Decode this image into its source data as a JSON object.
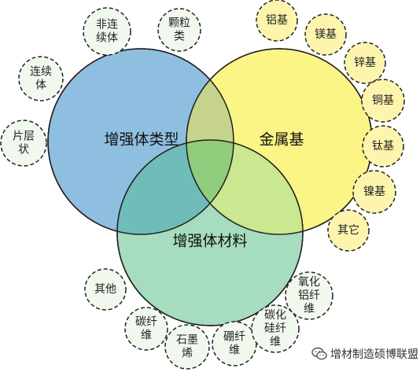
{
  "colors": {
    "reinforcement_type_fill": "#8fbfe0",
    "metal_matrix_fill": "#fbf586",
    "reinforcement_material_fill": "#a6dcbf",
    "bubble_fill": "#f1f8ee",
    "metal_bubble_fill": "#fdf5ad",
    "stroke": "#222222"
  },
  "circles": {
    "reinforcement_type": "增强体类型",
    "metal_matrix": "金属基",
    "reinforcement_material": "增强体材料"
  },
  "type_bubbles": [
    {
      "lines": [
        "非连",
        "续体"
      ]
    },
    {
      "lines": [
        "颗粒",
        "类"
      ]
    },
    {
      "lines": [
        "连续",
        "体"
      ]
    },
    {
      "lines": [
        "片层",
        "状"
      ]
    }
  ],
  "metal_bubbles": [
    {
      "lines": [
        "铝基"
      ]
    },
    {
      "lines": [
        "镁基"
      ]
    },
    {
      "lines": [
        "锌基"
      ]
    },
    {
      "lines": [
        "铜基"
      ]
    },
    {
      "lines": [
        "钛基"
      ]
    },
    {
      "lines": [
        "镍基"
      ]
    },
    {
      "lines": [
        "其它"
      ]
    }
  ],
  "material_bubbles": [
    {
      "lines": [
        "其他"
      ]
    },
    {
      "lines": [
        "碳纤",
        "维"
      ]
    },
    {
      "lines": [
        "石墨",
        "烯"
      ]
    },
    {
      "lines": [
        "硼纤",
        "维"
      ]
    },
    {
      "lines": [
        "碳化",
        "硅纤",
        "维"
      ]
    },
    {
      "lines": [
        "氧化",
        "铝纤",
        "维"
      ]
    }
  ],
  "watermark": {
    "icon": "wechat-icon",
    "text": "增材制造硕博联盟"
  }
}
